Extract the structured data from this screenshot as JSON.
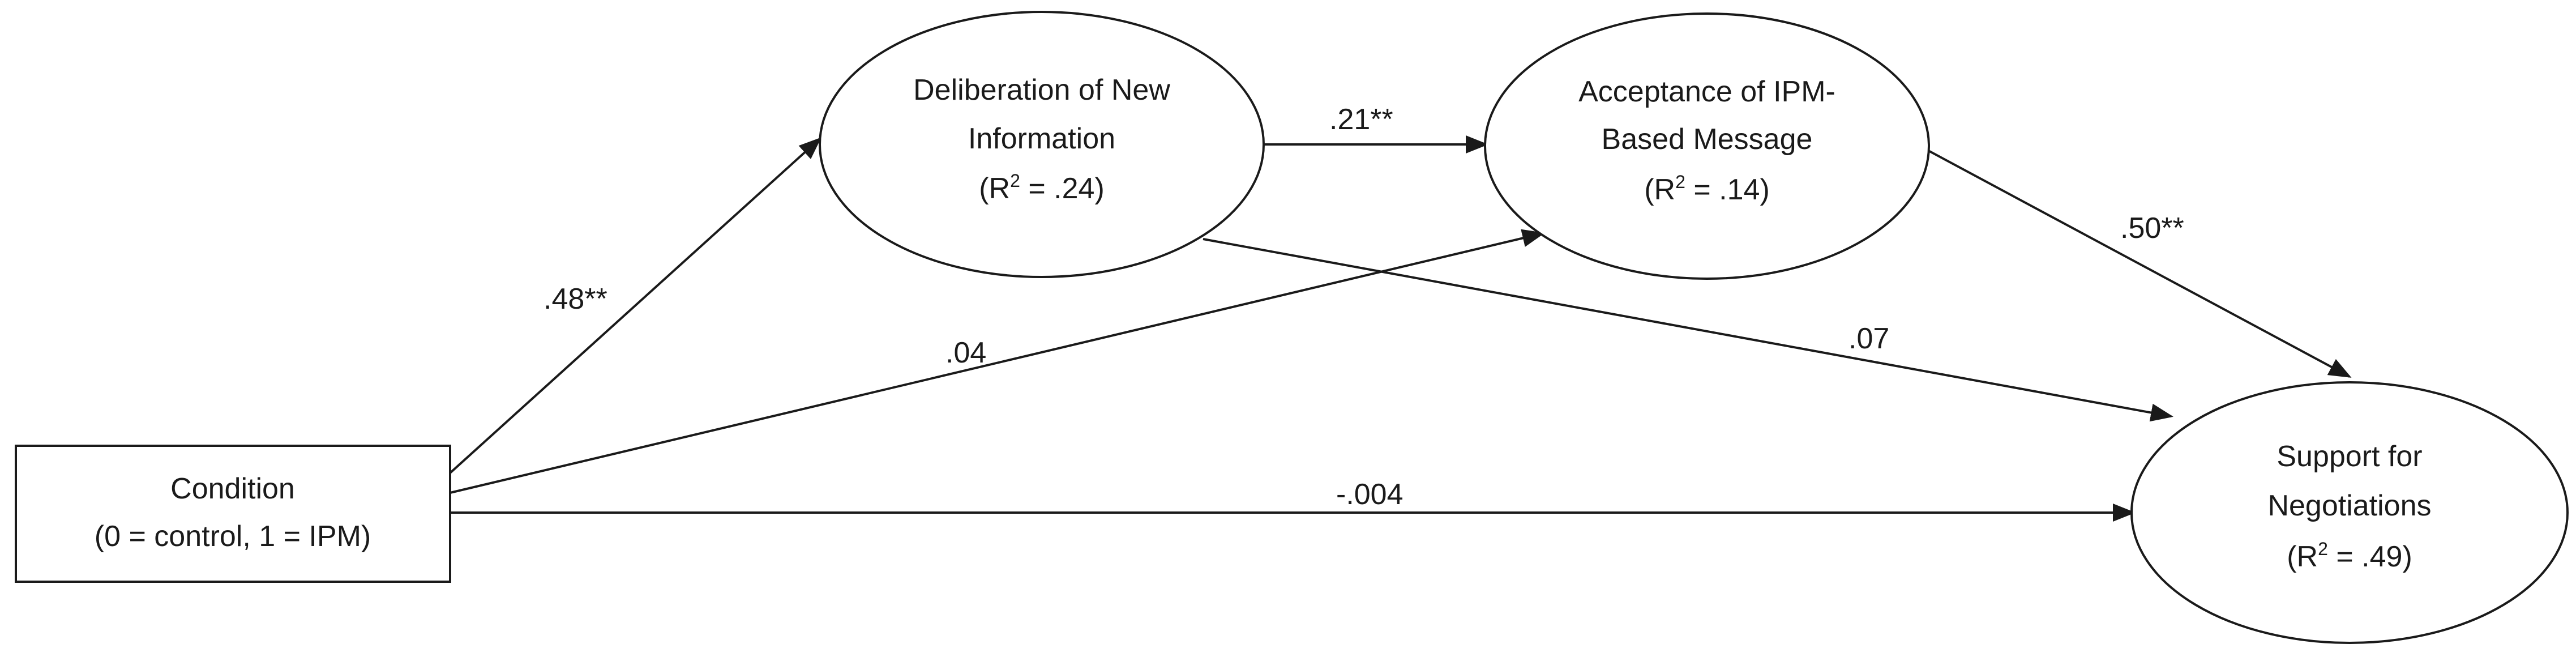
{
  "nodes": {
    "condition": {
      "line1": "Condition",
      "line2": "(0 = control, 1 = IPM)"
    },
    "deliberation": {
      "line1": "Deliberation of New",
      "line2": "Information",
      "r2_prefix": "(R",
      "r2_sup": "2",
      "r2_value": " = .24)"
    },
    "acceptance": {
      "line1": "Acceptance of IPM-",
      "line2": "Based Message",
      "r2_prefix": "(R",
      "r2_sup": "2",
      "r2_value": " = .14)"
    },
    "support": {
      "line1": "Support for",
      "line2": "Negotiations",
      "r2_prefix": "(R",
      "r2_sup": "2",
      "r2_value": " = .49)"
    }
  },
  "paths": {
    "condition_to_deliberation": ".48**",
    "deliberation_to_acceptance": ".21**",
    "acceptance_to_support": ".50**",
    "condition_to_acceptance": ".04",
    "deliberation_to_support": ".07",
    "condition_to_support": "-.004"
  }
}
